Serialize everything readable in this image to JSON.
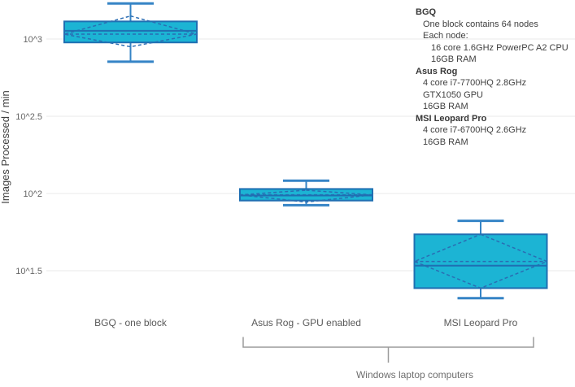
{
  "y_axis": {
    "title": "Images Processed / min",
    "ticks": [
      {
        "label": "10^3",
        "value": 1000
      },
      {
        "label": "10^2.5",
        "value": 316.23
      },
      {
        "label": "10^2",
        "value": 100
      },
      {
        "label": "10^1.5",
        "value": 31.62
      }
    ]
  },
  "x_axis": {
    "categories": [
      "BGQ - one block",
      "Asus Rog - GPU enabled",
      "MSI Leopard Pro"
    ]
  },
  "annotation": {
    "bracket_label": "Windows laptop computers"
  },
  "legend": {
    "sections": [
      {
        "title": "BGQ",
        "lines": [
          {
            "text": "One block contains 64 nodes",
            "indent": 1
          },
          {
            "text": "Each node:",
            "indent": 1
          },
          {
            "text": "16 core 1.6GHz PowerPC A2 CPU",
            "indent": 2
          },
          {
            "text": "16GB RAM",
            "indent": 2
          }
        ]
      },
      {
        "title": "Asus Rog",
        "lines": [
          {
            "text": "4 core i7-7700HQ 2.8GHz",
            "indent": 1
          },
          {
            "text": "GTX1050 GPU",
            "indent": 1
          },
          {
            "text": "16GB RAM",
            "indent": 1
          }
        ]
      },
      {
        "title": "MSI Leopard Pro",
        "lines": [
          {
            "text": "4 core i7-6700HQ 2.6GHz",
            "indent": 1
          },
          {
            "text": "16GB RAM",
            "indent": 1
          }
        ]
      }
    ]
  },
  "chart_data": {
    "type": "boxplot",
    "scale": "log10",
    "ylabel": "Images Processed / min",
    "ylim_log": [
      1.25,
      3.25
    ],
    "grid": true,
    "legend_position": "top-right",
    "categories": [
      "BGQ - one block",
      "Asus Rog - GPU enabled",
      "MSI Leopard Pro"
    ],
    "series": [
      {
        "name": "BGQ - one block",
        "whisker_low": 713,
        "q1": 950,
        "median": 1130,
        "mean": 1075,
        "q3": 1300,
        "whisker_high": 1700,
        "ci_low": 891,
        "ci_high": 1410
      },
      {
        "name": "Asus Rog - GPU enabled",
        "whisker_low": 84,
        "q1": 90,
        "median": 97,
        "mean": 98,
        "q3": 107,
        "whisker_high": 121,
        "ci_low": 88,
        "ci_high": 105
      },
      {
        "name": "MSI Leopard Pro",
        "whisker_low": 21,
        "q1": 24.4,
        "median": 34.1,
        "mean": 36.3,
        "q3": 54.4,
        "whisker_high": 66.5,
        "ci_low": 24.4,
        "ci_high": 54.4
      }
    ]
  },
  "colors": {
    "box_fill": "#1cb4d4",
    "box_border": "#1f6fb2",
    "whisker": "#3584c6",
    "dashed": "#2a6db3",
    "gridline": "#e8e8e8",
    "axis_text": "#666666",
    "label_text": "#595959",
    "legend_text": "#404040",
    "bracket": "#9b9b9b"
  }
}
